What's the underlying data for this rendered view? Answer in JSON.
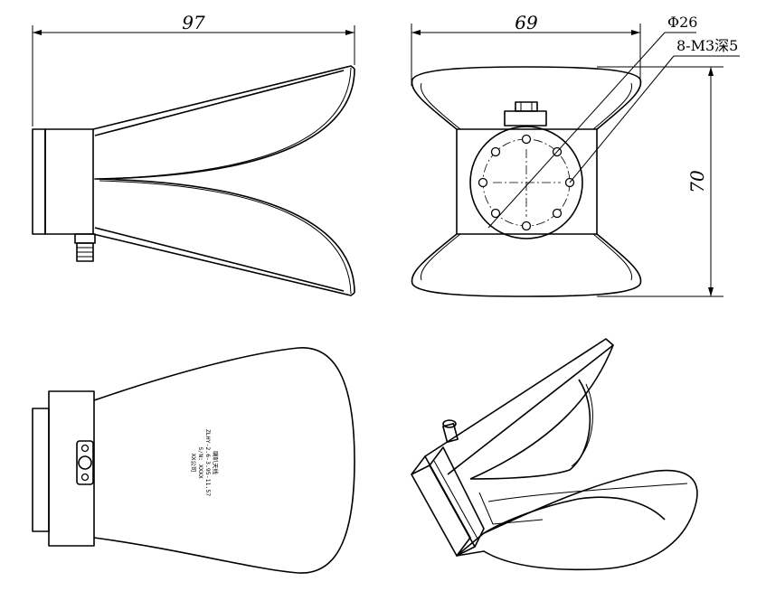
{
  "dimensions": {
    "length_top_left": "97",
    "width_top_right": "69",
    "height_top_right": "70"
  },
  "callouts": {
    "diameter": "Φ26",
    "holes": "8-M3深5"
  },
  "nameplate": {
    "line1": "喇叭天线",
    "line2": "ZLHY-2.6-3.95-11.57",
    "line3": "S/N: XXXX",
    "line4": "XX公司"
  }
}
